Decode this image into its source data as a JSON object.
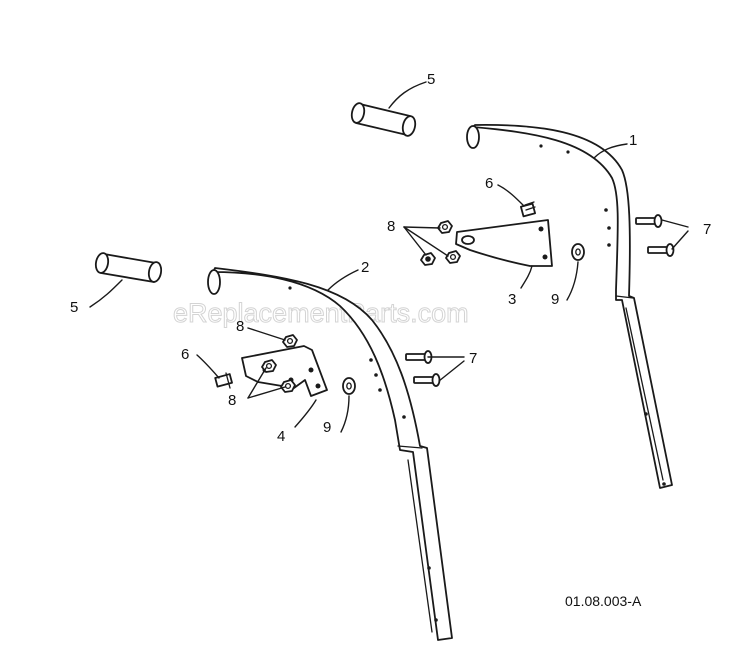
{
  "watermark": "eReplacementParts.com",
  "drawing_code": "01.08.003-A",
  "callouts": {
    "grip_right": "5",
    "grip_left": "5",
    "handle_right": "1",
    "handle_left": "2",
    "bracket_right": "3",
    "bracket_left": "4",
    "stud_right": "6",
    "stud_left": "6",
    "bolts_right": "7",
    "bolts_left": "7",
    "nuts_right": "8",
    "nut_left_top": "8",
    "nuts_left_bottom": "8",
    "washer_right": "9",
    "washer_left": "9"
  },
  "colors": {
    "line": "#1a1a1a",
    "watermark": "#d4d4d4",
    "background": "#ffffff"
  }
}
